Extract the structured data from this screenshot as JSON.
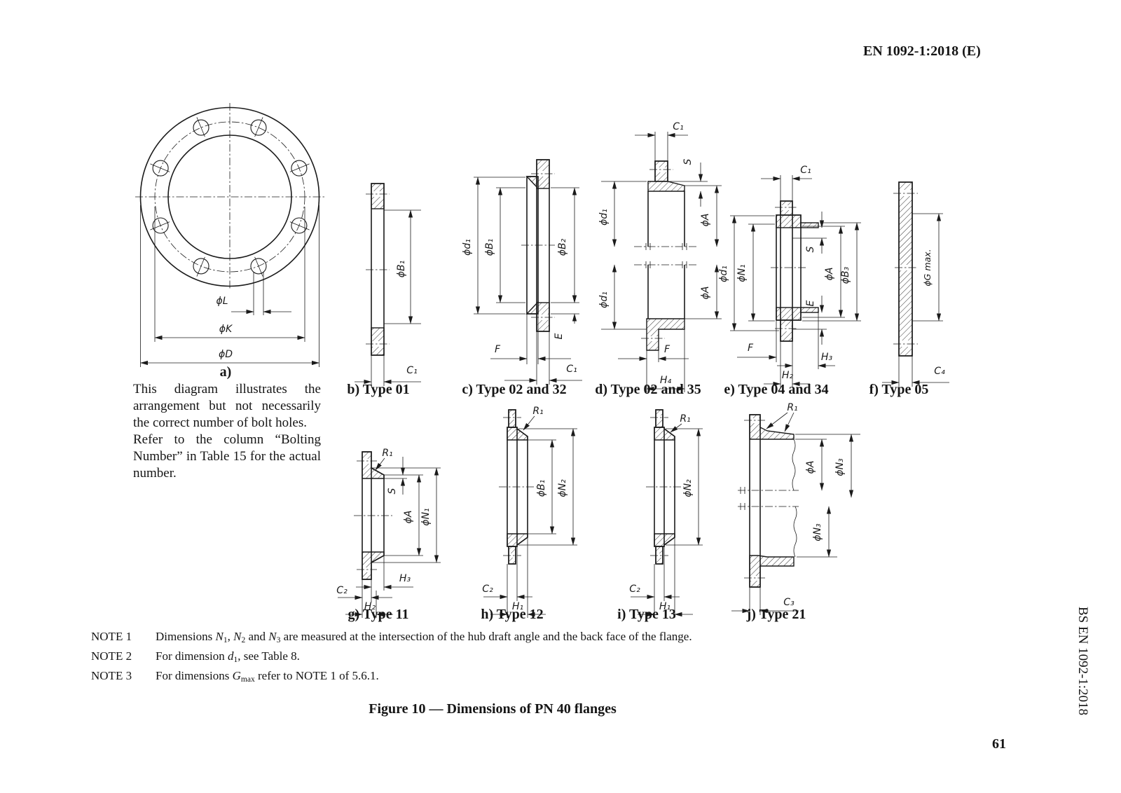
{
  "page": {
    "header_code": "EN 1092-1:2018 (E)",
    "side_label": "BS EN 1092-1:2018",
    "page_number": "61",
    "figure_caption": "Figure 10 — Dimensions of PN 40 flanges"
  },
  "intro": {
    "paragraphs": [
      "This diagram illustrates the arrangement but not necessarily the correct number of bolt holes.",
      "Refer to the column “Bolting Number” in Table 15 for the actual number."
    ]
  },
  "drawings": {
    "a": {
      "caption": "a)",
      "dims": {
        "L": "ϕL",
        "K": "ϕK",
        "D": "ϕD"
      }
    },
    "b": {
      "caption": "b) Type 01",
      "dims": {
        "B1": "ϕB₁",
        "C1": "C₁"
      }
    },
    "c": {
      "caption": "c) Type 02 and 32",
      "dims": {
        "d1": "ϕd₁",
        "B1": "ϕB₁",
        "B2": "ϕB₂",
        "E": "E",
        "F": "F",
        "C1": "C₁"
      }
    },
    "d": {
      "caption": "d) Type 02 and 35",
      "dims": {
        "C1": "C₁",
        "S": "S",
        "d1_upper": "ϕd₁",
        "d1_lower": "ϕd₁",
        "A_upper": "ϕA",
        "A_lower": "ϕA",
        "F": "F",
        "H4": "H₄"
      }
    },
    "e": {
      "caption": "e) Type 04 and 34",
      "dims": {
        "C1": "C₁",
        "d1": "ϕd₁",
        "N1": "ϕN₁",
        "S": "S",
        "A": "ϕA",
        "B3": "ϕB₃",
        "E": "E",
        "F": "F",
        "H3": "H₃",
        "H2": "H₂"
      }
    },
    "f": {
      "caption": "f) Type 05",
      "dims": {
        "G": "ϕG max.",
        "C4": "C₄"
      }
    },
    "g": {
      "caption": "g) Type 11",
      "dims": {
        "R1": "R₁",
        "S": "S",
        "A": "ϕA",
        "N1": "ϕN₁",
        "H3": "H₃",
        "C2": "C₂",
        "H2": "H₂"
      }
    },
    "h": {
      "caption": "h) Type 12",
      "dims": {
        "R1": "R₁",
        "B1": "ϕB₁",
        "N2": "ϕN₂",
        "C2": "C₂",
        "H1": "H₁"
      }
    },
    "i": {
      "caption": "i) Type 13",
      "dims": {
        "R1": "R₁",
        "N2": "ϕN₂",
        "C2": "C₂",
        "H1": "H₁"
      }
    },
    "j": {
      "caption": "j) Type 21",
      "dims": {
        "R1": "R₁",
        "A": "ϕA",
        "N3_upper": "ϕN₃",
        "N3_lower": "ϕN₃",
        "C3": "C₃"
      }
    }
  },
  "notes": [
    {
      "tag": "NOTE 1",
      "parts": [
        {
          "t": "Dimensions ",
          "s": "n"
        },
        {
          "t": "N",
          "s": "i"
        },
        {
          "t": "1",
          "s": "sub"
        },
        {
          "t": ", ",
          "s": "n"
        },
        {
          "t": "N",
          "s": "i"
        },
        {
          "t": "2",
          "s": "sub"
        },
        {
          "t": " and ",
          "s": "n"
        },
        {
          "t": "N",
          "s": "i"
        },
        {
          "t": "3",
          "s": "sub"
        },
        {
          "t": " are measured at the intersection of the hub draft angle and the back face of the flange.",
          "s": "n"
        }
      ]
    },
    {
      "tag": "NOTE 2",
      "parts": [
        {
          "t": "For dimension ",
          "s": "n"
        },
        {
          "t": "d",
          "s": "i"
        },
        {
          "t": "1",
          "s": "sub"
        },
        {
          "t": ", see Table 8.",
          "s": "n"
        }
      ]
    },
    {
      "tag": "NOTE 3",
      "parts": [
        {
          "t": "For dimensions ",
          "s": "n"
        },
        {
          "t": "G",
          "s": "i"
        },
        {
          "t": "max",
          "s": "sub"
        },
        {
          "t": " refer to NOTE 1 of 5.6.1.",
          "s": "n"
        }
      ]
    }
  ]
}
